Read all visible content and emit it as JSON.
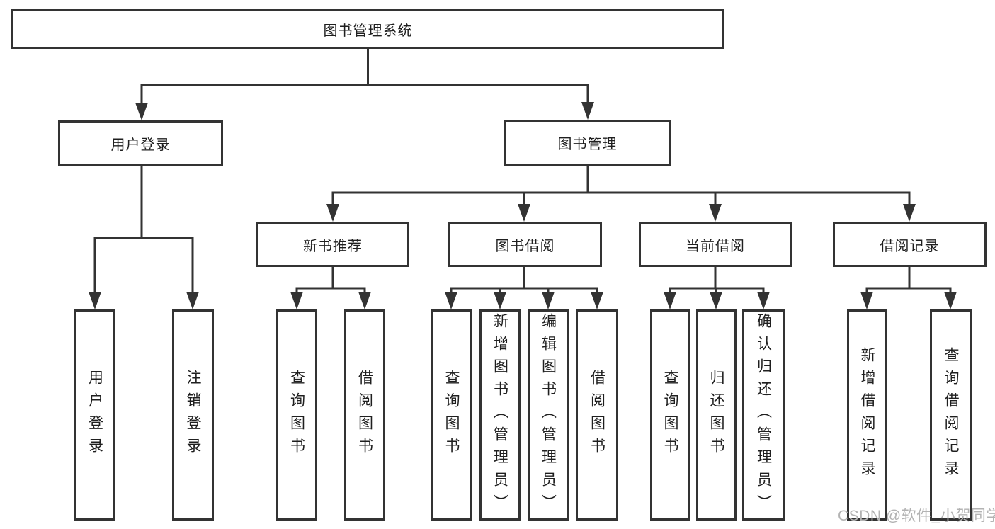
{
  "tree": {
    "root": {
      "label": "图书管理系统",
      "children": [
        {
          "label": "用户登录",
          "children": [
            {
              "label": "用户登录"
            },
            {
              "label": "注销登录"
            }
          ]
        },
        {
          "label": "图书管理",
          "children": [
            {
              "label": "新书推荐",
              "children": [
                {
                  "label": "查询图书"
                },
                {
                  "label": "借阅图书"
                }
              ]
            },
            {
              "label": "图书借阅",
              "children": [
                {
                  "label": "查询图书"
                },
                {
                  "label": "新增图书（管理员）"
                },
                {
                  "label": "编辑图书（管理员）"
                },
                {
                  "label": "借阅图书"
                }
              ]
            },
            {
              "label": "当前借阅",
              "children": [
                {
                  "label": "查询图书"
                },
                {
                  "label": "归还图书"
                },
                {
                  "label": "确认归还（管理员）"
                }
              ]
            },
            {
              "label": "借阅记录",
              "children": [
                {
                  "label": "新增借阅记录"
                },
                {
                  "label": "查询借阅记录"
                }
              ]
            }
          ]
        }
      ]
    }
  },
  "watermark": {
    "text": "CSDN @软件_小贺同学",
    "color": "#b3b3b3"
  },
  "colors": {
    "line": "#333333",
    "node_border": "#333333",
    "node_text": "#1f1f1f",
    "background": "#ffffff"
  }
}
